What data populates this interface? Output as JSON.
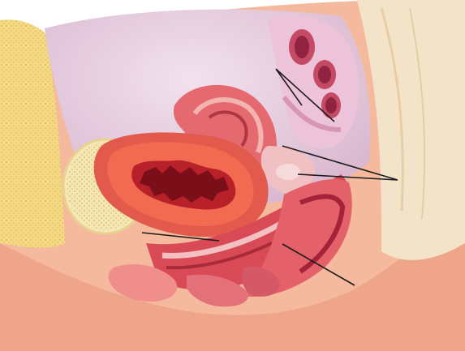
{
  "illustration": {
    "subject": "anatomical-cross-section",
    "colors": {
      "skin": "#f2b197",
      "skin_shadow": "#e79a84",
      "fat": "#f2d77a",
      "fat_dots": "#e7c25a",
      "muscle_dark": "#b8323f",
      "muscle": "#d9545e",
      "muscle_light": "#ec8a8c",
      "tissue_pink": "#f3c3c4",
      "cavity": "#e9cde0",
      "spine": "#efdfc4",
      "bladder": "#f4e6b9",
      "leader_line": "#1d1d1d"
    },
    "leader_lines": [
      {
        "id": "upper-pointer",
        "segments": 2
      },
      {
        "id": "middle-pointer",
        "segments": 2
      },
      {
        "id": "left-pointer",
        "segments": 1
      },
      {
        "id": "lower-pointer",
        "segments": 1
      }
    ]
  }
}
